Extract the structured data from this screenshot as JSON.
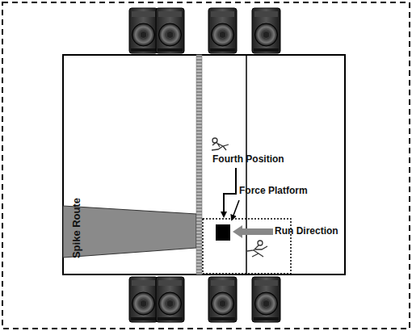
{
  "diagram": {
    "nodes": [
      {
        "text": [
          "Spike Route"
        ]
      }
    ],
    "labels": [
      "Fourth Position",
      "Force Platform",
      "Run Direction"
    ]
  }
}
